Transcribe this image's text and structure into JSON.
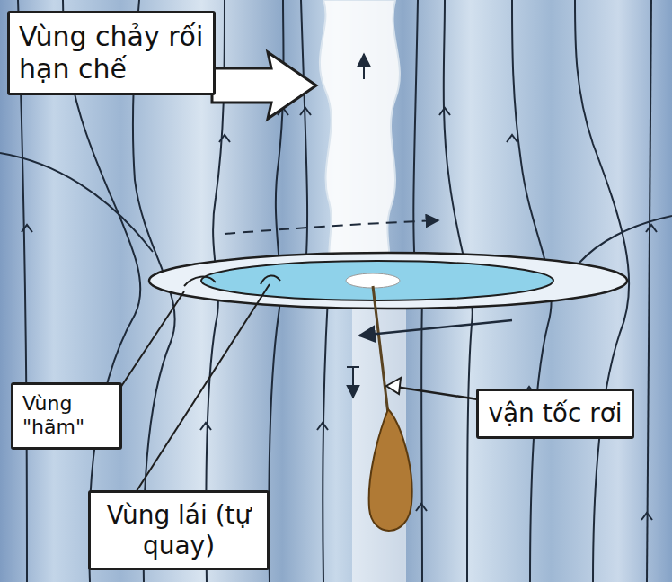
{
  "diagram": {
    "nodes": [
      {
        "text": [
          "Vùng chảy rối hạn chế"
        ]
      },
      {
        "text": [
          "Vùng \"hãm\""
        ]
      },
      {
        "text": [
          "vận tốc rơi"
        ]
      },
      {
        "text": [
          "Vùng lái (tự quay)"
        ]
      }
    ]
  }
}
